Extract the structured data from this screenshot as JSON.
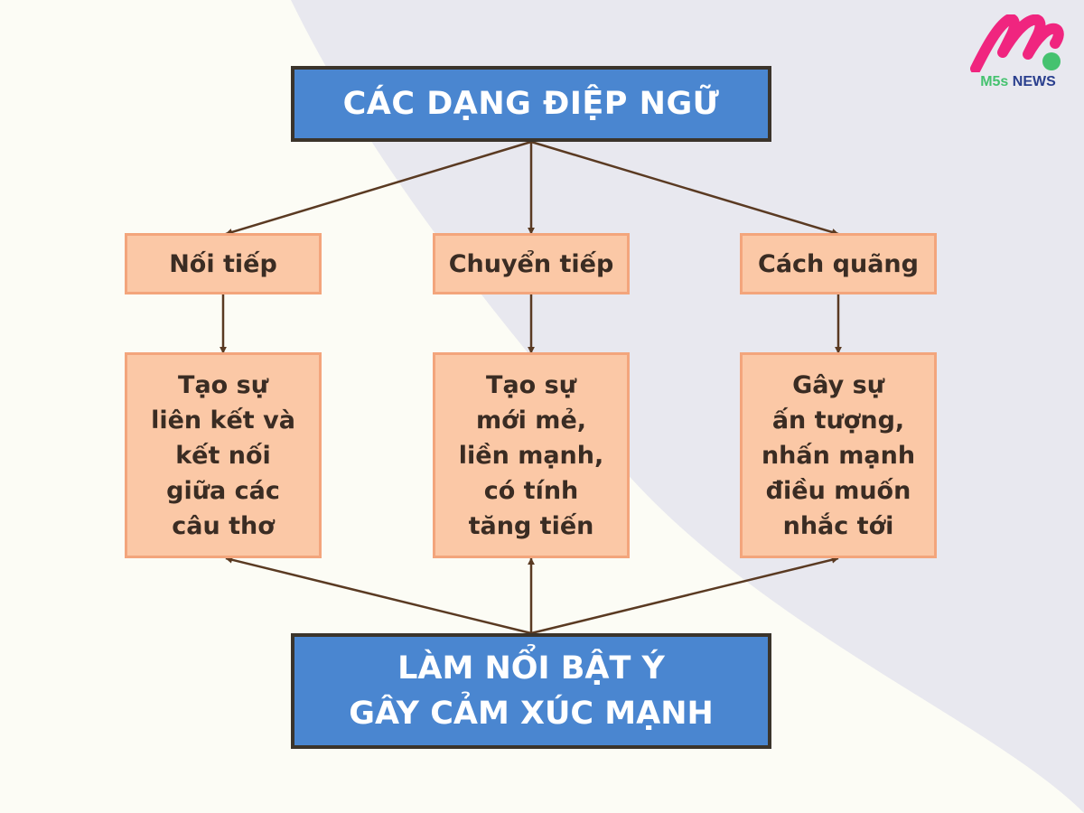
{
  "diagram": {
    "title": "CÁC DẠNG ĐIỆP NGỮ",
    "types": [
      {
        "label": "Nối tiếp",
        "effect_lines": [
          "Tạo sự",
          "liên kết và",
          "kết nối",
          "giữa các",
          "câu thơ"
        ]
      },
      {
        "label": "Chuyển tiếp",
        "effect_lines": [
          "Tạo sự",
          "mới mẻ,",
          "liền mạnh,",
          "có tính",
          "tăng tiến"
        ]
      },
      {
        "label": "Cách quãng",
        "effect_lines": [
          "Gây sự",
          "ấn tượng,",
          "nhấn mạnh",
          "điều muốn",
          "nhắc tới"
        ]
      }
    ],
    "result_lines": [
      "LÀM NỔI BẬT Ý",
      "GÂY CẢM XÚC MẠNH"
    ]
  },
  "logo": {
    "brand_part1": "M5s",
    "brand_part2": "NEWS",
    "icon": "m5s-news-logo-icon"
  },
  "colors": {
    "background": "#fcfcf5",
    "background_shape": "#e8e8ef",
    "header_box": "#4a86d0",
    "header_border": "#3b342b",
    "item_box": "#fbc8a6",
    "item_border": "#f3a57c",
    "arrow": "#5a3a22",
    "logo_pink": "#f0257f",
    "logo_green": "#45c26f",
    "logo_navy": "#2a3f8e"
  }
}
